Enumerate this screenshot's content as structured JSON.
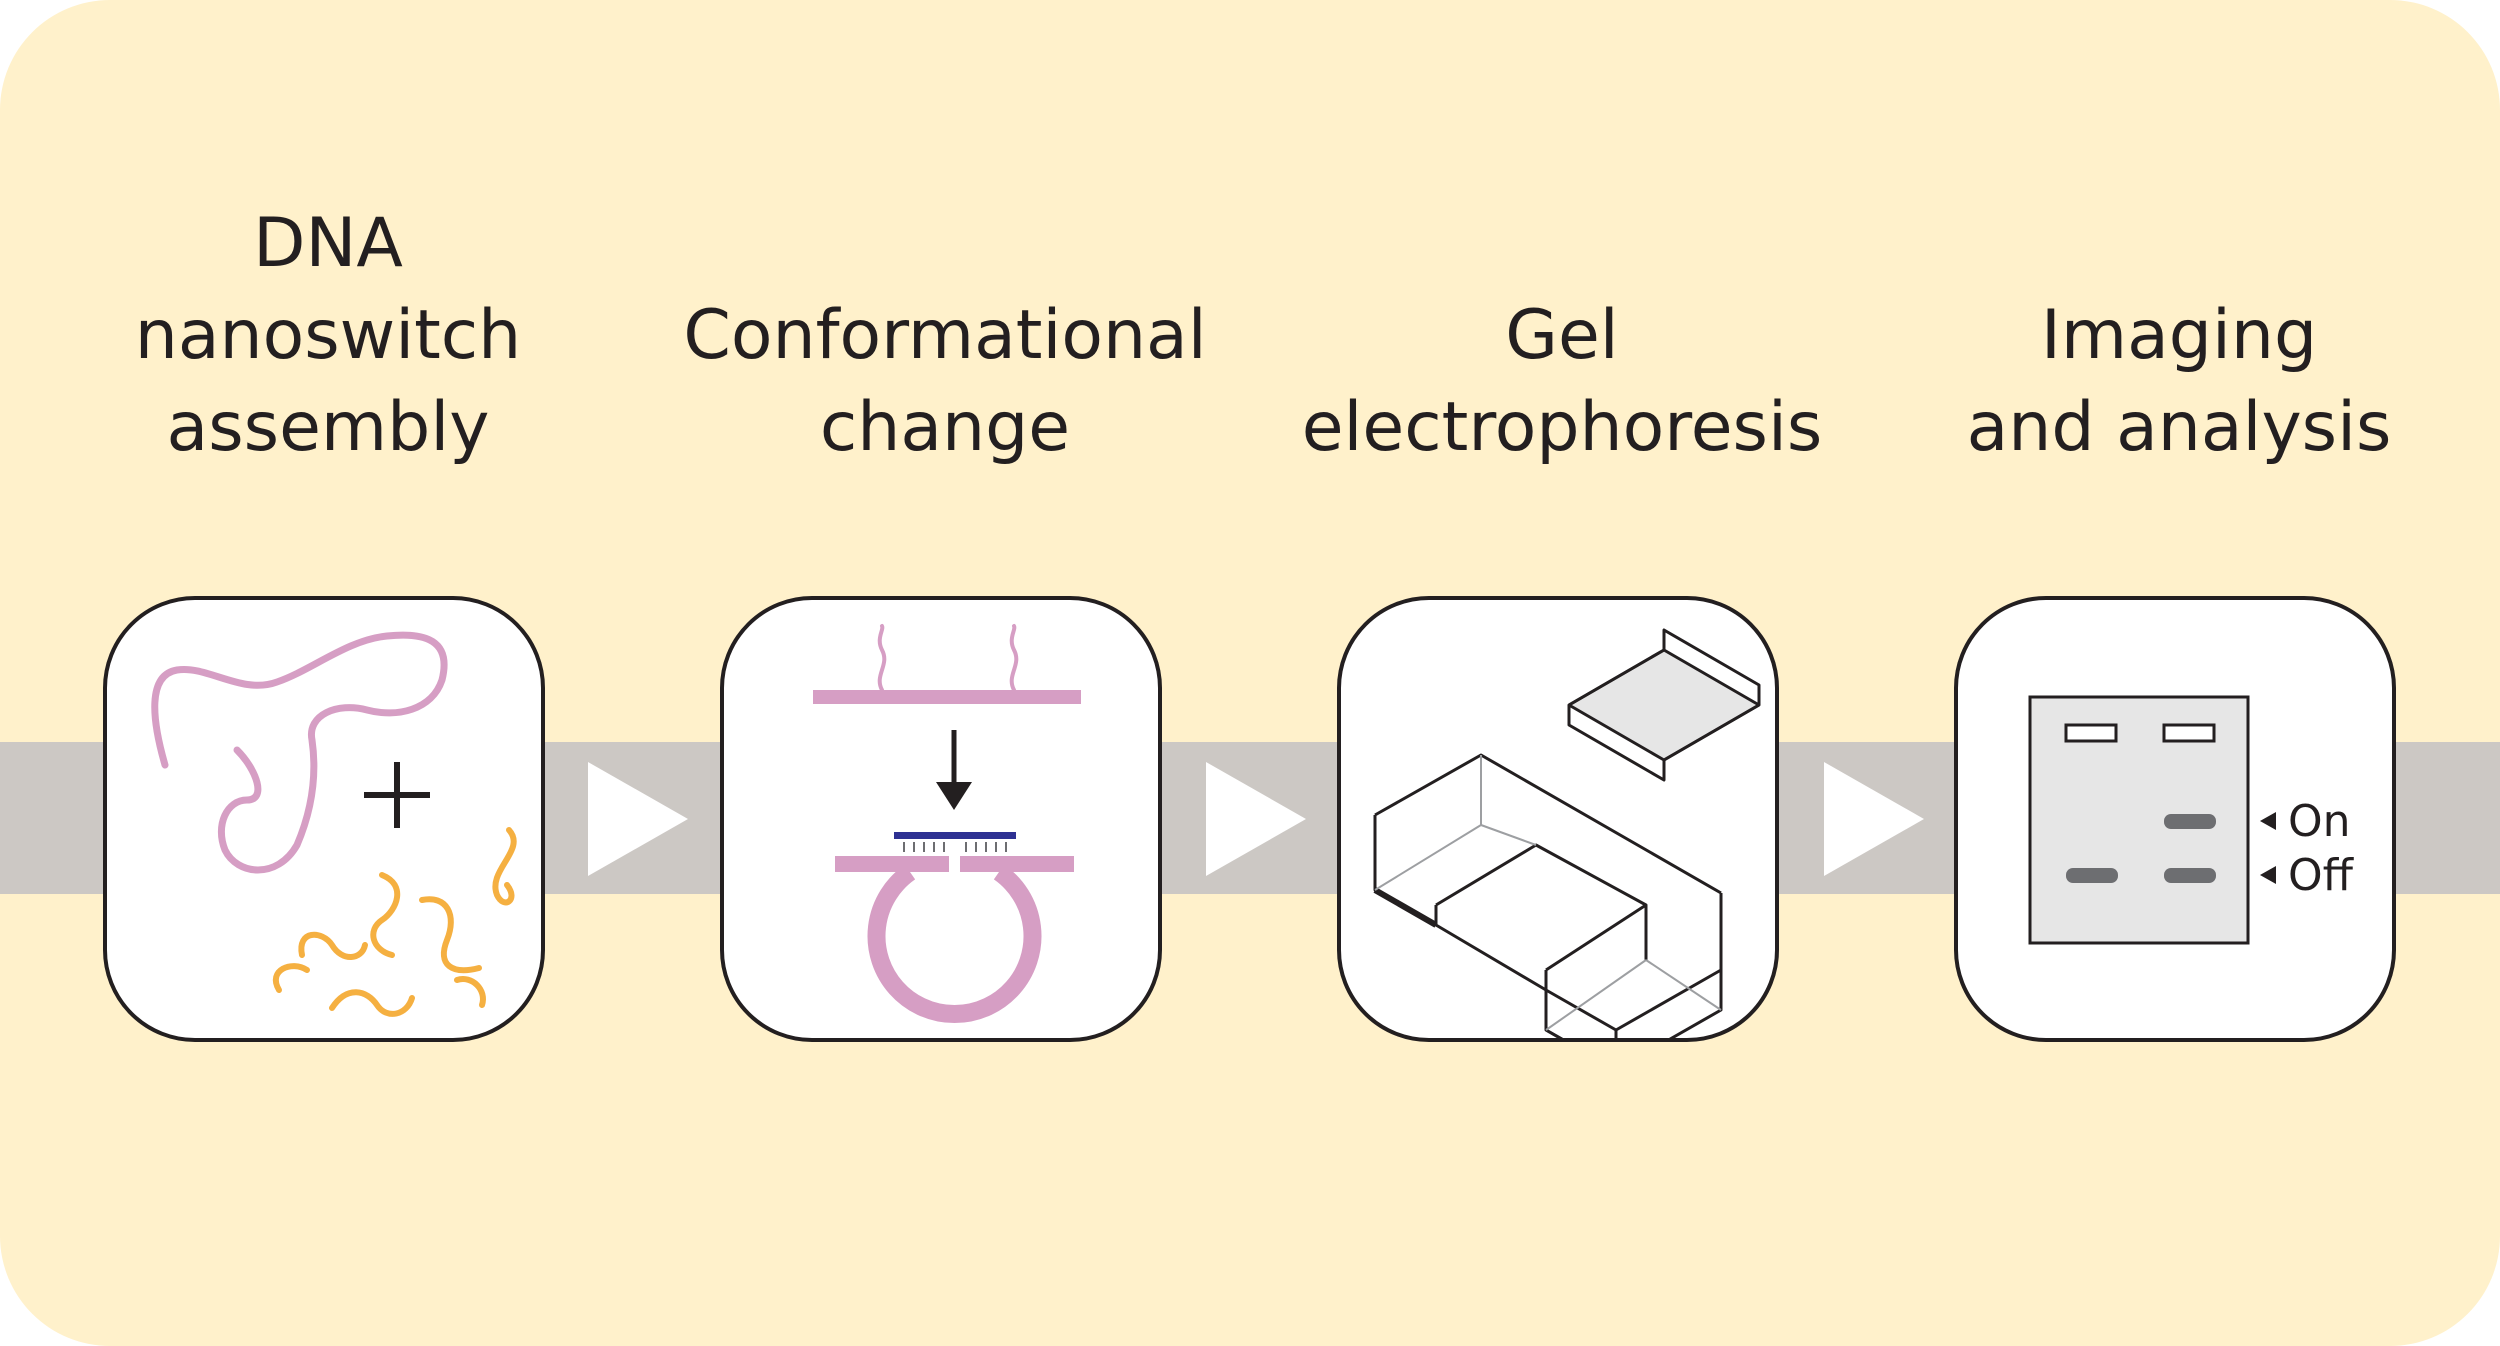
{
  "colors": {
    "panel_background": "#fff1cb",
    "band": "#ccc8c4",
    "arrow": "#ffffff",
    "card_border": "#231f20",
    "scaffold": "#d69ec4",
    "oligo": "#f5b041",
    "bridge": "#2e3192",
    "gel": "#e6e6e6",
    "gel_band": "#6d6e71"
  },
  "steps": [
    {
      "title_lines": [
        "DNA",
        "nanoswitch",
        "assembly"
      ],
      "icon": "dna-strands-icon"
    },
    {
      "title_lines": [
        "Conformational",
        "change"
      ],
      "icon": "loop-formation-icon"
    },
    {
      "title_lines": [
        "Gel",
        "electrophoresis"
      ],
      "icon": "gel-box-icon"
    },
    {
      "title_lines": [
        "Imaging",
        "and analysis"
      ],
      "icon": "gel-image-icon"
    }
  ],
  "gel_legend": {
    "on": "On",
    "off": "Off"
  }
}
